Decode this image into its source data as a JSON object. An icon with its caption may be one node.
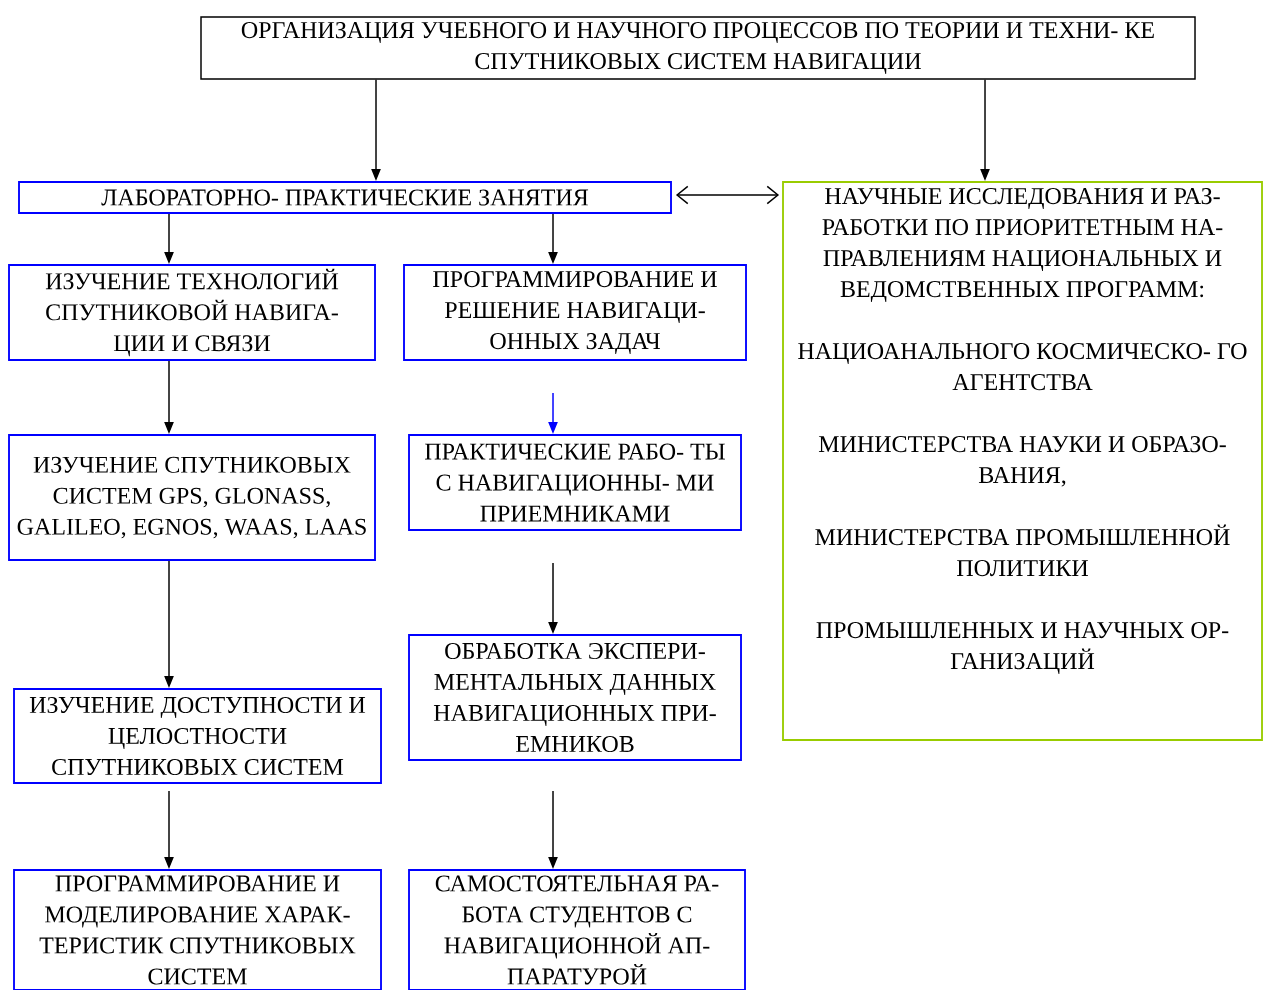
{
  "diagram": {
    "nodes": [
      {
        "text": [
          "ОРГАНИЗАЦИЯ УЧЕБНОГО И НАУЧНОГО ПРОЦЕССОВ ПО ТЕОРИИ И ТЕХНИ- КЕ СПУТНИКОВЫХ СИСТЕМ НАВИГАЦИИ"
        ]
      },
      {
        "text": [
          "ЛАБОРАТОРНО- ПРАКТИЧЕСКИЕ ЗАНЯТИЯ"
        ]
      },
      {
        "text": [
          "НАУЧНЫЕ ИССЛЕДОВАНИЯ И РАЗ- РАБОТКИ ПО ПРИОРИТЕТНЫМ НА- ПРАВЛЕНИЯМ НАЦИОНАЛЬНЫХ И ВЕДОМСТВЕННЫХ ПРОГРАММ:",
          "НАЦИОАНАЛЬНОГО КОСМИЧЕСКО- ГО АГЕНТСТВА",
          "МИНИСТЕРСТВА НАУКИ И ОБРАЗО- ВАНИЯ,",
          "МИНИСТЕРСТВА ПРОМЫШЛЕННОЙ ПОЛИТИКИ",
          "ПРОМЫШЛЕННЫХ И НАУЧНЫХ ОР- ГАНИЗАЦИЙ"
        ]
      },
      {
        "text": [
          "ИЗУЧЕНИЕ ТЕХНОЛОГИЙ СПУТНИКОВОЙ НАВИГА- ЦИИ И СВЯЗИ"
        ]
      },
      {
        "text": [
          "ПРОГРАММИРОВАНИЕ И РЕШЕНИЕ НАВИГАЦИ- ОННЫХ ЗАДАЧ"
        ]
      },
      {
        "text": [
          "ИЗУЧЕНИЕ СПУТНИКОВЫХ СИСТЕМ GPS, GLONASS, GALILEO, EGNOS, WAAS, LAAS"
        ]
      },
      {
        "text": [
          "ПРАКТИЧЕСКИЕ РАБО- ТЫ С НАВИГАЦИОННЫ- МИ ПРИЕМНИКАМИ"
        ]
      },
      {
        "text": [
          "ИЗУЧЕНИЕ ДОСТУПНОСТИ И ЦЕЛОСТНОСТИ СПУТНИКОВЫХ СИСТЕМ"
        ]
      },
      {
        "text": [
          "ОБРАБОТКА ЭКСПЕРИ- МЕНТАЛЬНЫХ ДАННЫХ НАВИГАЦИОННЫХ ПРИ- ЕМНИКОВ"
        ]
      },
      {
        "text": [
          "ПРОГРАММИРОВАНИЕ И МОДЕЛИРОВАНИЕ ХАРАК- ТЕРИСТИК СПУТНИКОВЫХ СИСТЕМ"
        ]
      },
      {
        "text": [
          "САМОСТОЯТЕЛЬНАЯ РА- БОТА СТУДЕНТОВ С НАВИГАЦИОННОЙ АП- ПАРАТУРОЙ"
        ]
      }
    ],
    "edges": [
      {
        "from": 0,
        "to": 1,
        "arrow": "to"
      },
      {
        "from": 0,
        "to": 2,
        "arrow": "to"
      },
      {
        "from": 1,
        "to": 2,
        "arrow": "both"
      },
      {
        "from": 1,
        "to": 3,
        "arrow": "to"
      },
      {
        "from": 1,
        "to": 4,
        "arrow": "to"
      },
      {
        "from": 3,
        "to": 5,
        "arrow": "to"
      },
      {
        "from": 4,
        "to": 6,
        "arrow": "to",
        "color": "#0000ff"
      },
      {
        "from": 5,
        "to": 7,
        "arrow": "to"
      },
      {
        "from": 6,
        "to": 8,
        "arrow": "to"
      },
      {
        "from": 7,
        "to": 9,
        "arrow": "to"
      },
      {
        "from": 8,
        "to": 10,
        "arrow": "to"
      }
    ]
  }
}
